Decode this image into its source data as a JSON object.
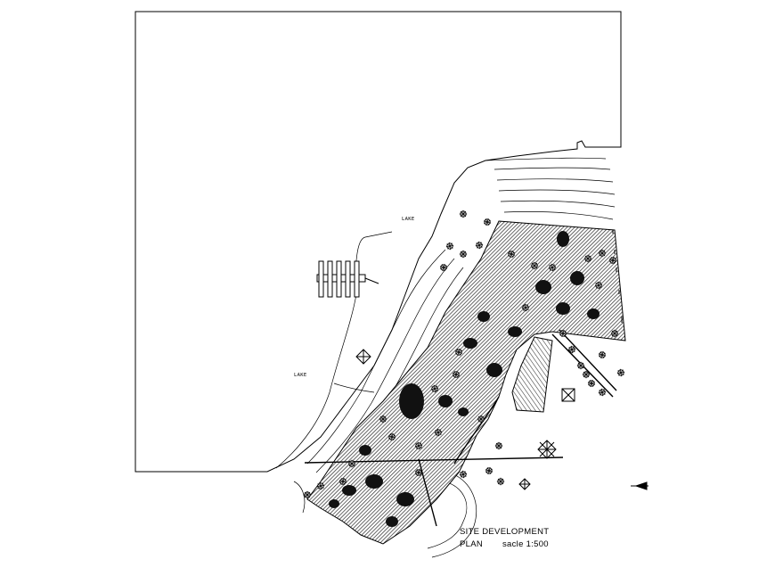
{
  "labels": {
    "lake_north": "LAKE",
    "lake_west": "LAKE"
  },
  "title": {
    "line1": "SITE DEVELOPMENT",
    "line2_prefix": "PLAN",
    "line2_scale": "sacle 1:500"
  },
  "colors": {
    "ink": "#000000",
    "paper": "#ffffff",
    "hatch": "#3c3c3c"
  },
  "icons": {
    "north_arrow": "north-arrow-icon",
    "tree": "tree-symbol-icon",
    "pyramid": "pyramid-roof-icon"
  }
}
